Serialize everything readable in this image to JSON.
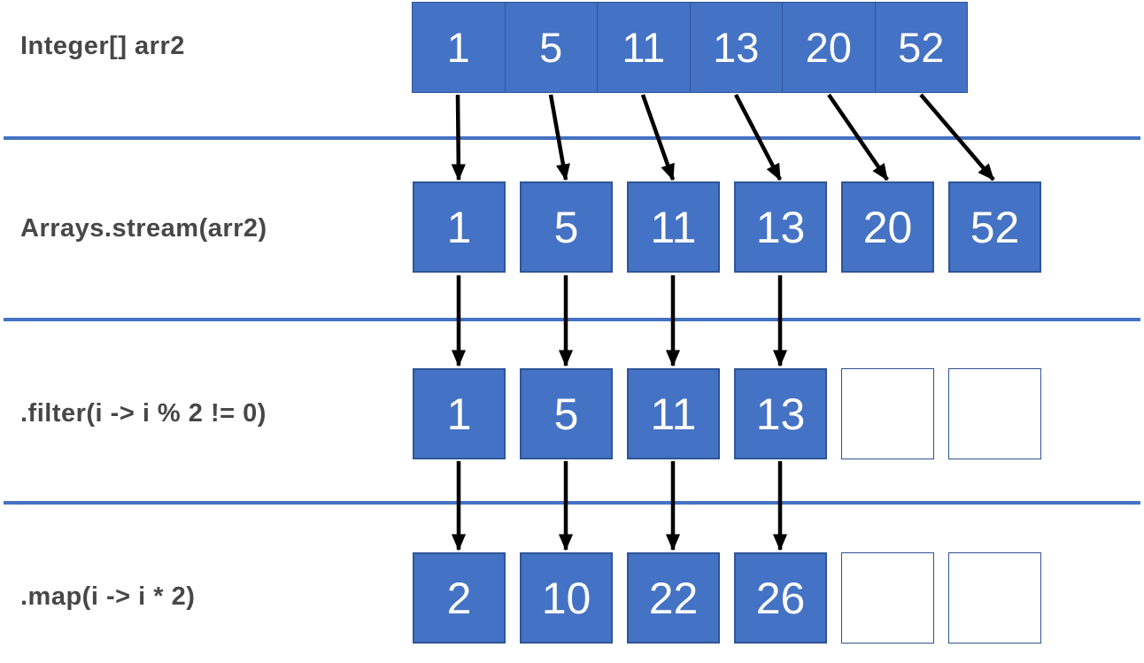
{
  "diagram": {
    "description": "Java array stream pipeline illustration",
    "sections": [
      {
        "label": "Integer[] arr2",
        "values": [
          "1",
          "5",
          "11",
          "13",
          "20",
          "52"
        ]
      },
      {
        "label": "Arrays.stream(arr2)",
        "values": [
          "1",
          "5",
          "11",
          "13",
          "20",
          "52"
        ]
      },
      {
        "label": ".filter(i -> i % 2 != 0)",
        "values": [
          "1",
          "5",
          "11",
          "13",
          "",
          ""
        ],
        "empty_slots": 2
      },
      {
        "label": ".map(i -> i * 2)",
        "values": [
          "2",
          "10",
          "22",
          "26",
          "",
          ""
        ],
        "empty_slots": 2
      }
    ],
    "colors": {
      "box_fill": "#4472C4",
      "box_border": "#2F5597",
      "empty_box_border": "#2E5395",
      "divider_line": "#4472C4",
      "label_text": "#474747",
      "number_text": "#FFFFFF",
      "arrow": "#000000"
    }
  }
}
